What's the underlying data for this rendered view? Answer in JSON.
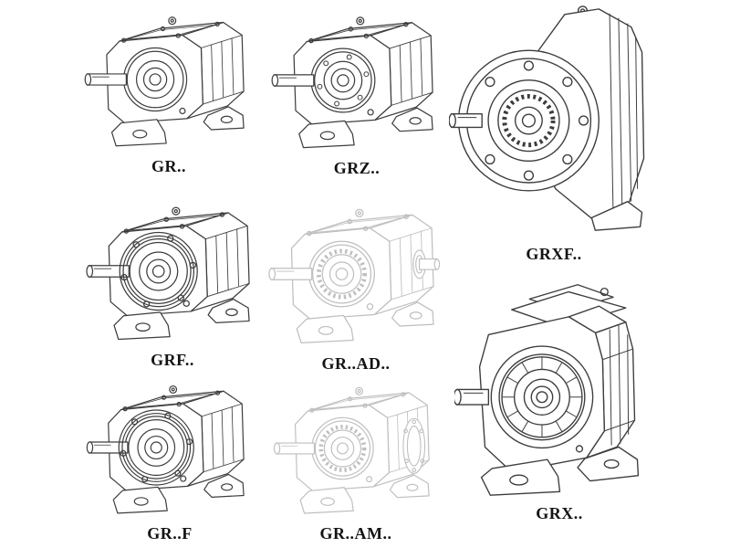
{
  "page": {
    "background": "#ffffff",
    "line_color": "#3d3d3d",
    "phantom_line_color": "#bfbfbf",
    "label_color": "#141414"
  },
  "figures": [
    {
      "id": "gr",
      "label": "GR.."
    },
    {
      "id": "grz",
      "label": "GRZ.."
    },
    {
      "id": "grxf",
      "label": "GRXF.."
    },
    {
      "id": "grf",
      "label": "GRF.."
    },
    {
      "id": "grad",
      "label": "GR..AD.."
    },
    {
      "id": "grff",
      "label": "GR..F"
    },
    {
      "id": "gram",
      "label": "GR..AM.."
    },
    {
      "id": "grx",
      "label": "GRX.."
    }
  ]
}
